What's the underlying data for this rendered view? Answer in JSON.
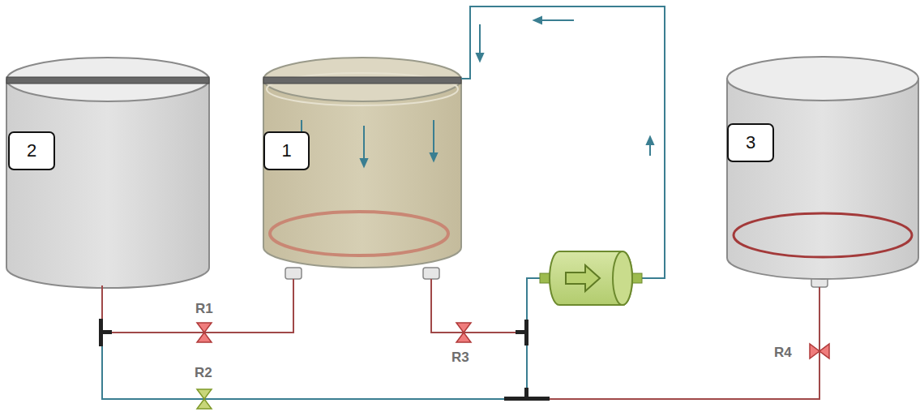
{
  "diagram": {
    "nodes": [
      {
        "text": [
          "2"
        ]
      },
      {
        "text": [
          "1"
        ]
      },
      {
        "text": [
          "3"
        ]
      }
    ],
    "labels": [
      "R1",
      "R2",
      "R3",
      "R4"
    ]
  }
}
